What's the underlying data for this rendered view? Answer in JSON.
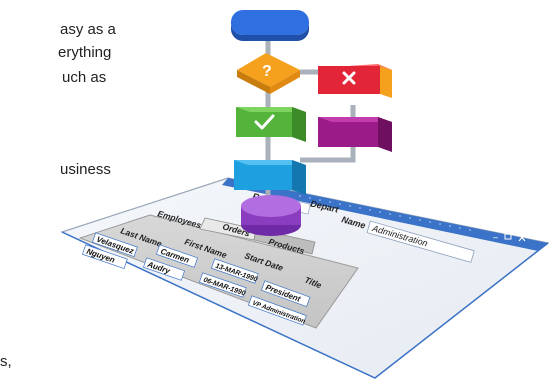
{
  "left_text": {
    "line1": "asy as a",
    "line2": "erything",
    "line3": "uch as",
    "line4": "usiness",
    "line5": "s,"
  },
  "form": {
    "name_label": "Name",
    "name_value": "Administration",
    "tabs": [
      "Employees",
      "Orders",
      "Products"
    ],
    "columns": [
      "Last Name",
      "First Name",
      "Start Date",
      "Title"
    ],
    "rows": [
      [
        "Velasquez",
        "Carmen",
        "13-MAR-1990",
        "President"
      ],
      [
        "Nguyen",
        "Audry",
        "06-MAR-1990",
        "VP Administration"
      ]
    ],
    "partial_labels": {
      "dept": "Depart",
      "region": "Regi"
    }
  },
  "colors": {
    "start_blue": "#2f6fe0",
    "decision_orange": "#f5a11d",
    "reject_red": "#e22638",
    "approve_green": "#54b33a",
    "process_magenta": "#9b1b88",
    "process_blue": "#1e9fe0",
    "end_purple": "#8a3dbf",
    "window_border": "#3b73c8"
  },
  "icons": {
    "decision": "question-mark-icon",
    "reject": "cross-icon",
    "approve": "check-icon"
  }
}
